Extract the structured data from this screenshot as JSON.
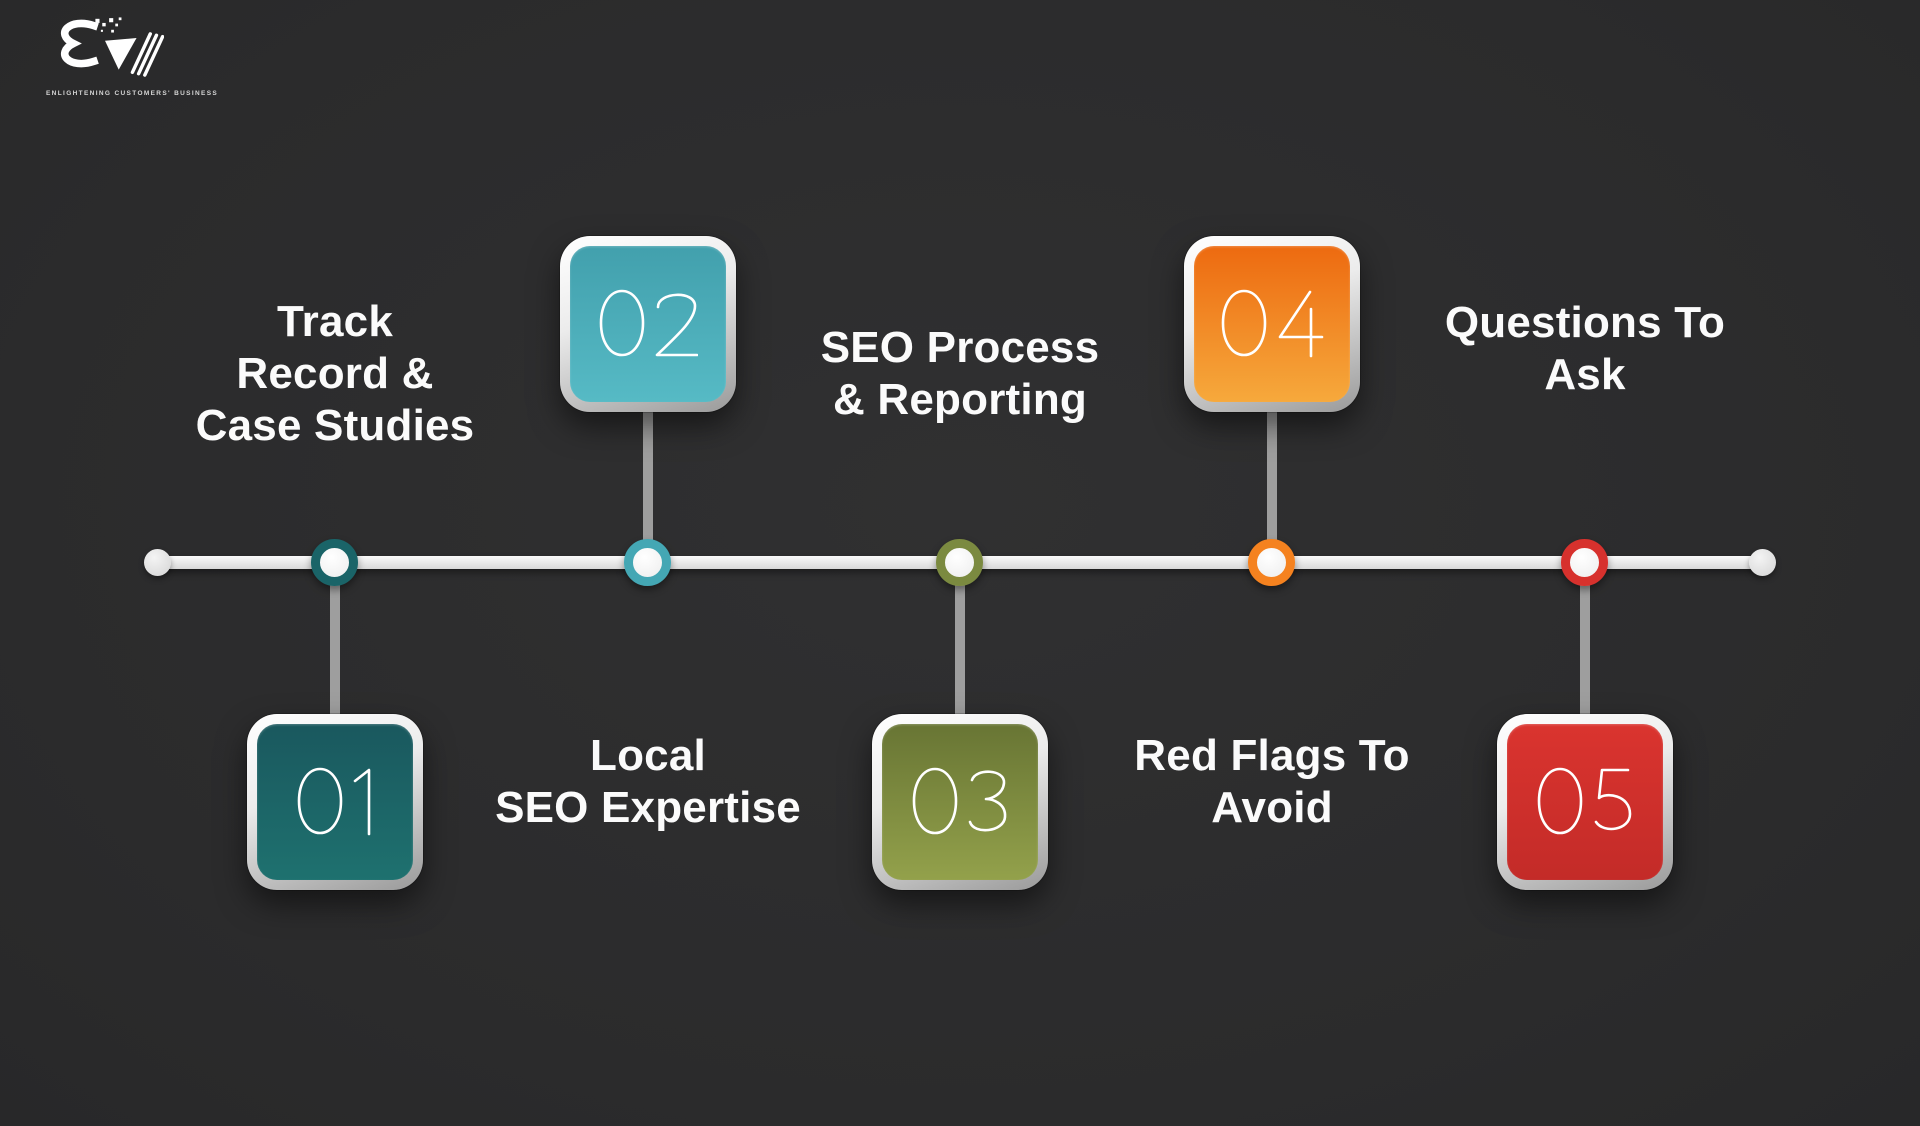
{
  "canvas": {
    "background": "#2d2d2d"
  },
  "logo": {
    "tagline": "ENLIGHTENING CUSTOMERS' BUSINESS"
  },
  "timeline": {
    "line_color": "#ededed",
    "endpoint_color": "#dedede",
    "connector_color": "#9e9e9e",
    "dot_fill": "#f5f5f5"
  },
  "steps": [
    {
      "number": "01",
      "label": "Track\nRecord &\nCase Studies",
      "card_side": "below",
      "accent": "#1a6468",
      "gradient": [
        "#1a585e",
        "#1e716f"
      ]
    },
    {
      "number": "02",
      "label": "Local\nSEO Expertise",
      "card_side": "above",
      "accent": "#44a7b4",
      "gradient": [
        "#42a0ad",
        "#56bac5"
      ]
    },
    {
      "number": "03",
      "label": "SEO Process\n& Reporting",
      "card_side": "below",
      "accent": "#7b8a40",
      "gradient": [
        "#687534",
        "#93a14b"
      ]
    },
    {
      "number": "04",
      "label": "Red Flags To\nAvoid",
      "card_side": "above",
      "accent": "#f5821f",
      "gradient": [
        "#ed6a10",
        "#f6a93c"
      ]
    },
    {
      "number": "05",
      "label": "Questions To\nAsk",
      "card_side": "below",
      "accent": "#d7312d",
      "gradient": [
        "#da342f",
        "#c32b28"
      ]
    }
  ]
}
